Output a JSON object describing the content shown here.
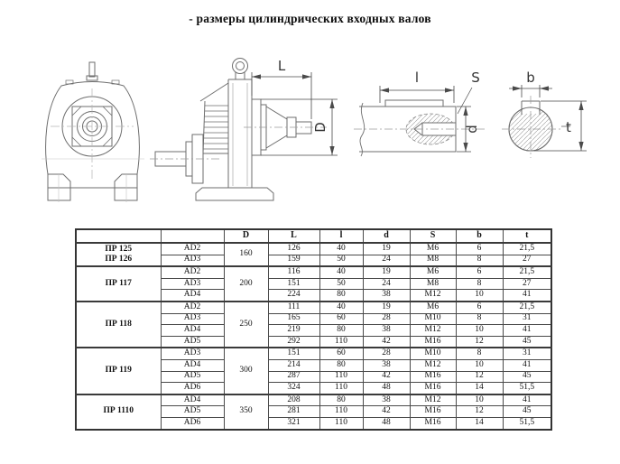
{
  "page": {
    "title": "- размеры цилиндрических входных валов"
  },
  "drawing": {
    "dim_labels": {
      "L": "L",
      "D": "D",
      "l": "l",
      "S": "S",
      "d": "d",
      "b": "b",
      "t": "t"
    },
    "line_color": "#6e6e6e"
  },
  "table": {
    "headers": [
      "",
      "",
      "D",
      "L",
      "l",
      "d",
      "S",
      "b",
      "t"
    ],
    "groups": [
      {
        "name_lines": [
          "ПР 125",
          "ПР 126"
        ],
        "D": "160",
        "rows": [
          {
            "ad": "AD2",
            "L": "126",
            "l": "40",
            "d": "19",
            "S": "M6",
            "b": "6",
            "t": "21,5"
          },
          {
            "ad": "AD3",
            "L": "159",
            "l": "50",
            "d": "24",
            "S": "M8",
            "b": "8",
            "t": "27"
          }
        ]
      },
      {
        "name_lines": [
          "ПР 117"
        ],
        "D": "200",
        "rows": [
          {
            "ad": "AD2",
            "L": "116",
            "l": "40",
            "d": "19",
            "S": "M6",
            "b": "6",
            "t": "21,5"
          },
          {
            "ad": "AD3",
            "L": "151",
            "l": "50",
            "d": "24",
            "S": "M8",
            "b": "8",
            "t": "27"
          },
          {
            "ad": "AD4",
            "L": "224",
            "l": "80",
            "d": "38",
            "S": "M12",
            "b": "10",
            "t": "41"
          }
        ]
      },
      {
        "name_lines": [
          "ПР 118"
        ],
        "D": "250",
        "rows": [
          {
            "ad": "AD2",
            "L": "111",
            "l": "40",
            "d": "19",
            "S": "M6",
            "b": "6",
            "t": "21,5"
          },
          {
            "ad": "AD3",
            "L": "165",
            "l": "60",
            "d": "28",
            "S": "M10",
            "b": "8",
            "t": "31"
          },
          {
            "ad": "AD4",
            "L": "219",
            "l": "80",
            "d": "38",
            "S": "M12",
            "b": "10",
            "t": "41"
          },
          {
            "ad": "AD5",
            "L": "292",
            "l": "110",
            "d": "42",
            "S": "M16",
            "b": "12",
            "t": "45"
          }
        ]
      },
      {
        "name_lines": [
          "ПР 119"
        ],
        "D": "300",
        "rows": [
          {
            "ad": "AD3",
            "L": "151",
            "l": "60",
            "d": "28",
            "S": "M10",
            "b": "8",
            "t": "31"
          },
          {
            "ad": "AD4",
            "L": "214",
            "l": "80",
            "d": "38",
            "S": "M12",
            "b": "10",
            "t": "41"
          },
          {
            "ad": "AD5",
            "L": "287",
            "l": "110",
            "d": "42",
            "S": "M16",
            "b": "12",
            "t": "45"
          },
          {
            "ad": "AD6",
            "L": "324",
            "l": "110",
            "d": "48",
            "S": "M16",
            "b": "14",
            "t": "51,5"
          }
        ]
      },
      {
        "name_lines": [
          "ПР 1110"
        ],
        "D": "350",
        "rows": [
          {
            "ad": "AD4",
            "L": "208",
            "l": "80",
            "d": "38",
            "S": "M12",
            "b": "10",
            "t": "41"
          },
          {
            "ad": "AD5",
            "L": "281",
            "l": "110",
            "d": "42",
            "S": "M16",
            "b": "12",
            "t": "45"
          },
          {
            "ad": "AD6",
            "L": "321",
            "l": "110",
            "d": "48",
            "S": "M16",
            "b": "14",
            "t": "51,5"
          }
        ]
      }
    ]
  }
}
